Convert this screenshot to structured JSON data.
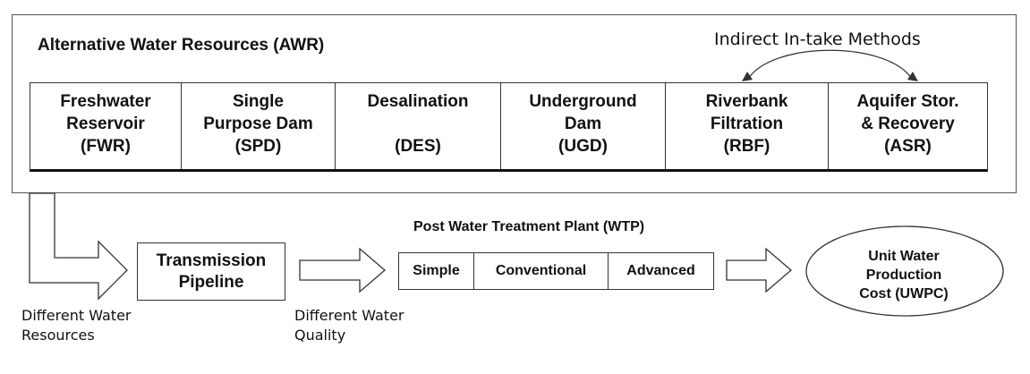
{
  "awr": {
    "title": "Alternative Water Resources (AWR)",
    "indirect_label": "Indirect In-take Methods",
    "resources": [
      {
        "name": "Freshwater\nReservoir",
        "abbr": "(FWR)"
      },
      {
        "name": "Single\nPurpose Dam",
        "abbr": "(SPD)"
      },
      {
        "name": "Desalination",
        "abbr": "(DES)"
      },
      {
        "name": "Underground\nDam",
        "abbr": "(UGD)"
      },
      {
        "name": "Riverbank\nFiltration",
        "abbr": "(RBF)"
      },
      {
        "name": "Aquifer Stor.\n& Recovery",
        "abbr": "(ASR)"
      }
    ]
  },
  "pipeline": {
    "label": "Transmission\nPipeline"
  },
  "wtp": {
    "title": "Post Water Treatment Plant (WTP)",
    "levels": [
      "Simple",
      "Conventional",
      "Advanced"
    ]
  },
  "uwpc": {
    "label": "Unit Water\nProduction\nCost (UWPC)"
  },
  "notes": {
    "resources": "Different Water\nResources",
    "quality": "Different Water\nQuality"
  },
  "colors": {
    "stroke": "#333333",
    "text": "#111111",
    "background": "#ffffff"
  }
}
